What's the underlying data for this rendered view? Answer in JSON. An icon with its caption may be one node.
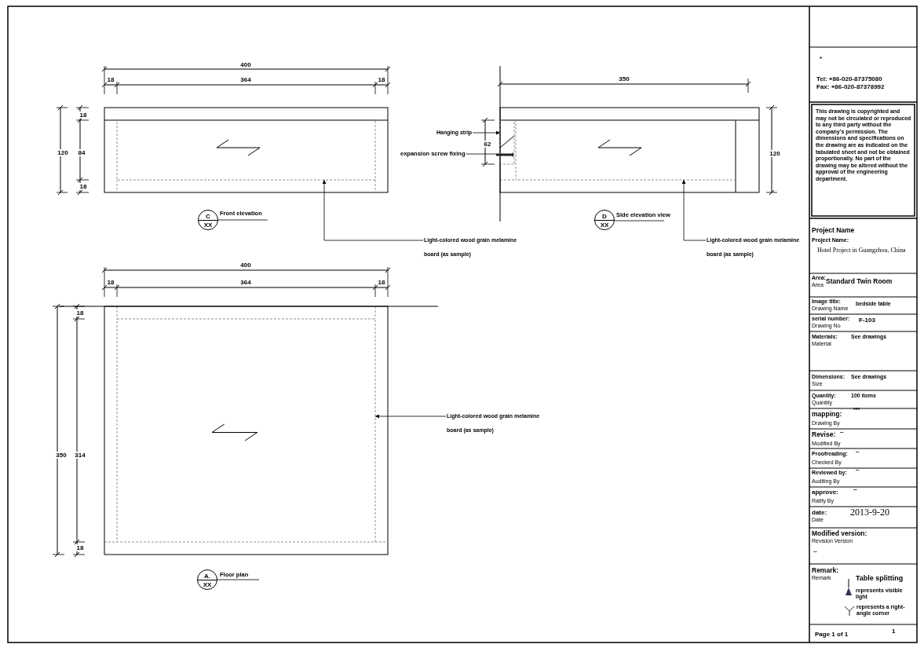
{
  "diagram": {
    "nodes": [
      {
        "text": [
          "C",
          "XX"
        ],
        "beside": [
          "Front elevation"
        ]
      },
      {
        "text": [
          "D",
          "XX"
        ],
        "beside": [
          "Side elevation view"
        ]
      },
      {
        "text": [
          "A.",
          "XX"
        ],
        "beside": [
          "Floor plan"
        ]
      },
      {
        "text": [
          "Light-colored wood grain melamine board (as sample)"
        ]
      },
      {
        "text": [
          "Light-colored wood grain melamine board (as sample)"
        ]
      },
      {
        "text": [
          "Light-colored wood grain melamine board (as sample)"
        ]
      },
      {
        "text": [
          "Hanging strip"
        ]
      },
      {
        "text": [
          "expansion screw fixing"
        ]
      },
      {
        "text": [],
        "shape": "box"
      },
      {
        "text": [],
        "shape": "box"
      },
      {
        "text": [],
        "shape": "box"
      },
      {
        "text": [],
        "shape": "box"
      },
      {
        "text": [],
        "shape": "picture"
      }
    ],
    "edges": [
      {
        "from": 3,
        "to": 8,
        "arrow": "to"
      },
      {
        "from": 4,
        "to": 9,
        "arrow": "to"
      },
      {
        "from": 5,
        "to": 10,
        "arrow": "to"
      },
      {
        "from": 6,
        "to": 11,
        "arrow": "to"
      },
      {
        "from": 7,
        "to": 12,
        "arrow": "none"
      }
    ],
    "labels": [
      "400",
      "18",
      "364",
      "18",
      "120",
      "18",
      "84",
      "18",
      "350",
      "62",
      "120",
      "400",
      "18",
      "364",
      "18",
      "350",
      "18",
      "314",
      "18",
      "*",
      "Tel: +86-020-87375080",
      "Fax: +86-020-87378992",
      "This drawing is copyrighted and may not be circulated or reproduced to any third party without the company's permission. The dimensions and specifications on the drawing are as indicated on the tabulated sheet and not be obtained proportionally. No part of the drawing may be altered without the approval of the engineering department.",
      "Project Name",
      "Project Name:",
      "Hotel Project in Guangzhou, China",
      "Area:",
      "Area",
      "Standard Twin Room",
      "Image title:",
      "Drawing Name",
      "bedside table",
      "serial number:",
      "Drawing No",
      "F-103",
      "Materials:",
      "Material",
      "See drawings",
      "Dimensions:",
      "Size",
      "See drawings",
      "Quantity:",
      "Quantity",
      "100 items",
      "mapping:",
      "Drawing By",
      "***",
      "Revise:",
      "Modified By",
      "--",
      "Proofreading:",
      "Checked By",
      "--",
      "Reviewed by:",
      "Auditing By",
      "--",
      "approve:",
      "Ratify By",
      "--",
      "date:",
      "Date",
      "2013-9-20",
      "Modified version:",
      "Revision Version",
      "--",
      "Remark:",
      "Remark",
      "Table splitting",
      "represents visible light",
      "represents a right-angle corner",
      "Page 1 of 1",
      "1"
    ]
  }
}
